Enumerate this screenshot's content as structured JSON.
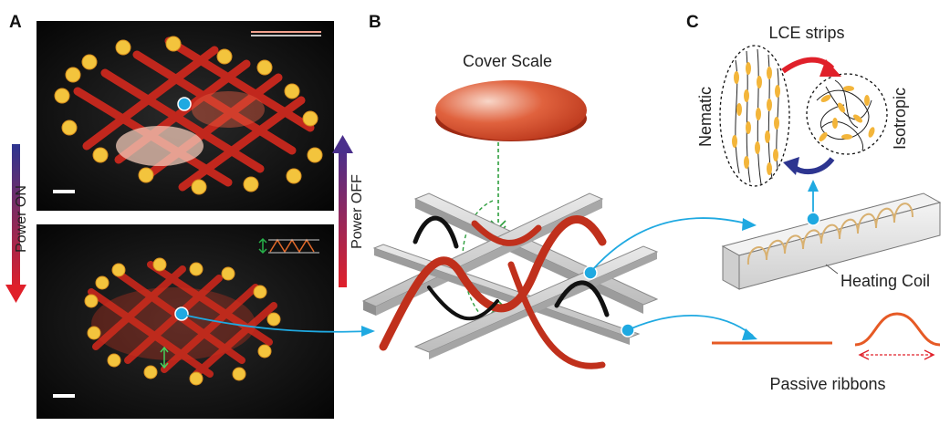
{
  "panels": {
    "a": {
      "label": "A"
    },
    "b": {
      "label": "B"
    },
    "c": {
      "label": "C"
    }
  },
  "panel_a": {
    "power_on": "Power ON",
    "power_off": "Power OFF"
  },
  "panel_b": {
    "cover_scale": "Cover Scale"
  },
  "panel_c": {
    "title": "LCE strips",
    "nematic": "Nematic",
    "isotropic": "Isotropic",
    "heating_coil": "Heating Coil",
    "passive_ribbons": "Passive ribbons"
  },
  "colors": {
    "accent_blue": "#1fa9e1",
    "red_arrow": "#e0202a",
    "navy_arrow": "#2d3590",
    "ribbon_red": "#c0301c",
    "orange": "#e65a25",
    "green_dashed": "#2e9e3e",
    "strip_yellow": "#f3b53a"
  }
}
